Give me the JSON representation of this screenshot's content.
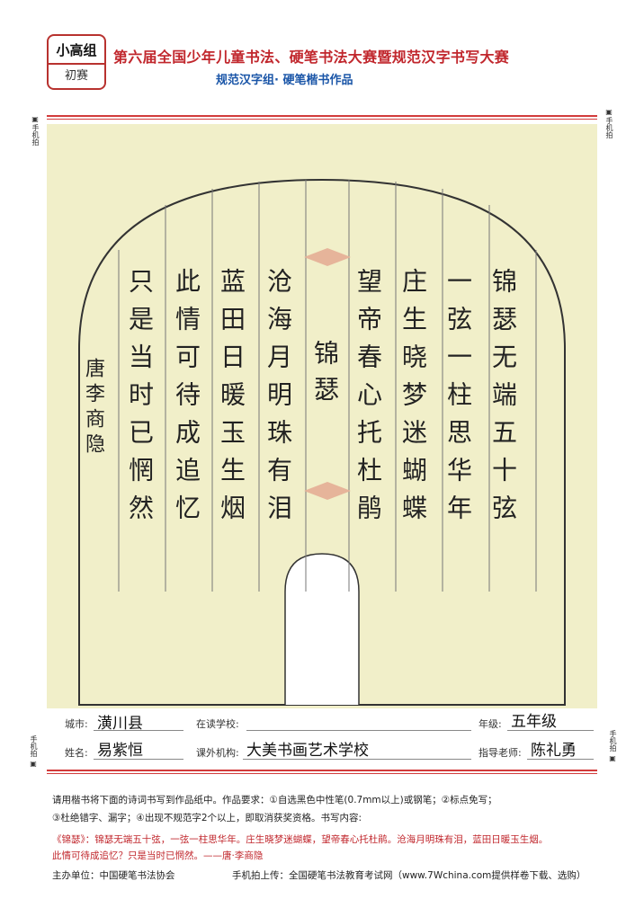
{
  "badge": {
    "top": "小高组",
    "bottom": "初赛"
  },
  "header": {
    "title": "第六届全国少年儿童书法、硬笔书法大赛暨规范汉字书写大赛",
    "subtitle": "规范汉字组· 硬笔楷书作品"
  },
  "camera_label": "手机拍",
  "colors": {
    "accent_red": "#c1272d",
    "accent_blue": "#1b56a8",
    "paper": "#f1efc9"
  },
  "poem": {
    "title_col": "锦瑟",
    "columns": [
      "锦瑟无端五十弦",
      "一弦一柱思华年",
      "庄生晓梦迷蝴蝶",
      "望帝春心托杜鹃",
      "沧海月明珠有泪",
      "蓝田日暖玉生烟",
      "此情可待成追忆",
      "只是当时已惘然"
    ],
    "author_col": "唐李商隐"
  },
  "form": {
    "city_label": "城市:",
    "city_value": "潢川县",
    "school_label": "在读学校:",
    "school_value": "",
    "grade_label": "年级:",
    "grade_value": "五年级",
    "name_label": "姓名:",
    "name_value": "易紫恒",
    "org_label": "课外机构:",
    "org_value": "大美书画艺术学校",
    "teacher_label": "指导老师:",
    "teacher_value": "陈礼勇"
  },
  "instructions": {
    "line1": "请用楷书将下面的诗词书写到作品纸中。作品要求：①自选黑色中性笔(0.7mm以上)或钢笔；②标点免写；",
    "line2": "③杜绝错字、漏字；④出现不规范字2个以上，即取消获奖资格。书写内容:",
    "poem_line1": "《锦瑟》：锦瑟无端五十弦，一弦一柱思华年。庄生晓梦迷蝴蝶，望帝春心托杜鹃。沧海月明珠有泪，蓝田日暖玉生烟。",
    "poem_line2": "此情可待成追忆？只是当时已惘然。——唐·李商隐"
  },
  "footer": {
    "organizer": "主办单位：中国硬笔书法协会",
    "upload": "手机拍上传：全国硬笔书法教育考试网（www.7Wchina.com提供样卷下载、选购）"
  }
}
